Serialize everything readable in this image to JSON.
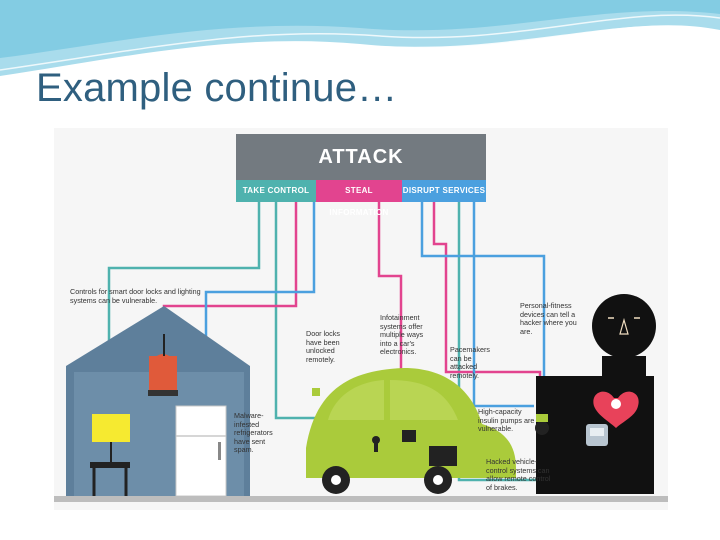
{
  "slide": {
    "title": "Example continue…"
  },
  "diagram": {
    "attack_label": "ATTACK",
    "categories": {
      "take_control": "TAKE CONTROL",
      "steal_information": "STEAL INFORMATION",
      "disrupt_services": "DISRUPT SERVICES"
    },
    "notes": {
      "smart_home": "Controls for smart door locks and lighting systems can be vulnerable.",
      "door_locks": "Door locks have been unlocked remotely.",
      "infotainment": "Infotainment systems offer multiple ways into a car's electronics.",
      "pacemakers": "Pacemakers can be attacked remotely.",
      "fitness": "Personal-fitness devices can tell a hacker where you are.",
      "refrigerators": "Malware-infested refrigerators have sent spam.",
      "insulin": "High-capacity insulin pumps are vulnerable.",
      "vehicle": "Hacked vehicle-control systems can allow remote control of brakes."
    },
    "colors": {
      "teal": "#4fb2ae",
      "pink": "#e2448f",
      "blue": "#4ba0df",
      "gray": "#737a80",
      "house": "#5e7f9b",
      "car": "#aacb3b",
      "heart": "#e8425a"
    }
  }
}
